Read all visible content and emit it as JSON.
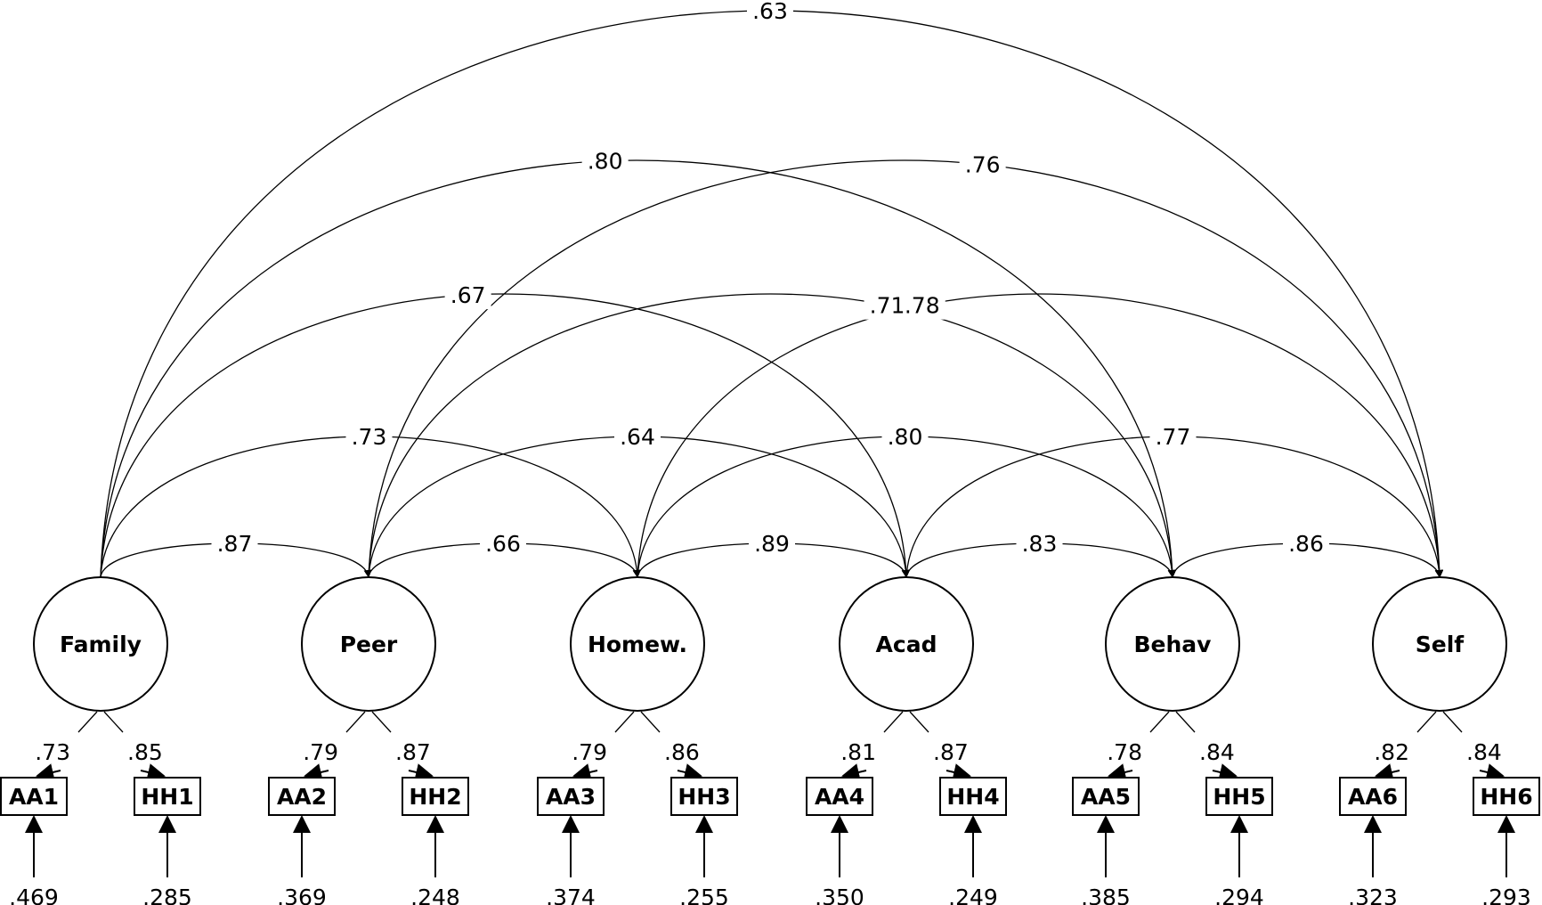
{
  "factors": [
    {
      "id": "F1",
      "name": "Family"
    },
    {
      "id": "F2",
      "name": "Peer"
    },
    {
      "id": "F3",
      "name": "Homew."
    },
    {
      "id": "F4",
      "name": "Acad"
    },
    {
      "id": "F5",
      "name": "Behav"
    },
    {
      "id": "F6",
      "name": "Self"
    }
  ],
  "indicators": [
    {
      "factor": 0,
      "name": "AA1",
      "loading": ".73",
      "error": ".469"
    },
    {
      "factor": 0,
      "name": "HH1",
      "loading": ".85",
      "error": ".285"
    },
    {
      "factor": 1,
      "name": "AA2",
      "loading": ".79",
      "error": ".369"
    },
    {
      "factor": 1,
      "name": "HH2",
      "loading": ".87",
      "error": ".248"
    },
    {
      "factor": 2,
      "name": "AA3",
      "loading": ".79",
      "error": ".374"
    },
    {
      "factor": 2,
      "name": "HH3",
      "loading": ".86",
      "error": ".255"
    },
    {
      "factor": 3,
      "name": "AA4",
      "loading": ".81",
      "error": ".350"
    },
    {
      "factor": 3,
      "name": "HH4",
      "loading": ".87",
      "error": ".249"
    },
    {
      "factor": 4,
      "name": "AA5",
      "loading": ".78",
      "error": ".385"
    },
    {
      "factor": 4,
      "name": "HH5",
      "loading": ".84",
      "error": ".294"
    },
    {
      "factor": 5,
      "name": "AA6",
      "loading": ".82",
      "error": ".323"
    },
    {
      "factor": 5,
      "name": "HH6",
      "loading": ".84",
      "error": ".293"
    }
  ],
  "correlations": [
    {
      "from": 0,
      "to": 1,
      "value": ".87"
    },
    {
      "from": 1,
      "to": 2,
      "value": ".66"
    },
    {
      "from": 2,
      "to": 3,
      "value": ".89"
    },
    {
      "from": 3,
      "to": 4,
      "value": ".83"
    },
    {
      "from": 4,
      "to": 5,
      "value": ".86"
    },
    {
      "from": 0,
      "to": 2,
      "value": ".73"
    },
    {
      "from": 1,
      "to": 3,
      "value": ".64"
    },
    {
      "from": 2,
      "to": 4,
      "value": ".80"
    },
    {
      "from": 3,
      "to": 5,
      "value": ".77"
    },
    {
      "from": 0,
      "to": 3,
      "value": ".67"
    },
    {
      "from": 1,
      "to": 4,
      "value": ".71"
    },
    {
      "from": 2,
      "to": 5,
      "value": ".78"
    },
    {
      "from": 0,
      "to": 4,
      "value": ".80"
    },
    {
      "from": 1,
      "to": 5,
      "value": ".76"
    },
    {
      "from": 0,
      "to": 5,
      "value": ".63"
    }
  ]
}
